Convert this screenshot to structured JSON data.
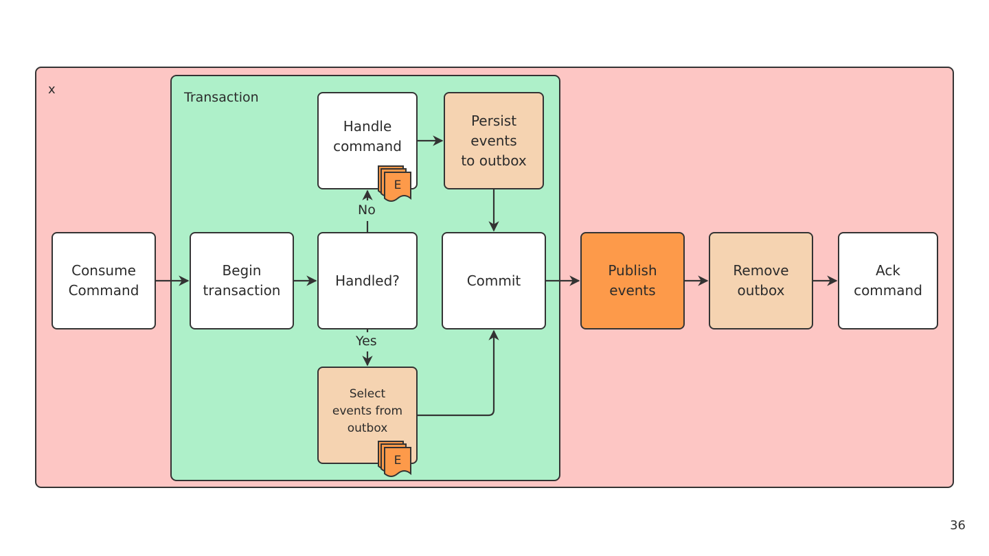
{
  "containers": {
    "outer_label": "x",
    "transaction_label": "Transaction"
  },
  "nodes": {
    "consume": "Consume\nCommand",
    "begin": "Begin\ntransaction",
    "handled": "Handled?",
    "handle_command": "Handle\ncommand",
    "persist": "Persist\nevents\nto outbox",
    "commit": "Commit",
    "select": "Select\nevents from\noutbox",
    "publish": "Publish\nevents",
    "remove": "Remove\noutbox",
    "ack": "Ack\ncommand"
  },
  "edge_labels": {
    "no": "No",
    "yes": "Yes"
  },
  "event_badge": "E",
  "page_number": "36",
  "colors": {
    "outer_bg": "#fdc6c4",
    "transaction_bg": "#aef0c9",
    "peach": "#f5d3b1",
    "orange": "#fd9a4a",
    "stroke": "#333333"
  }
}
